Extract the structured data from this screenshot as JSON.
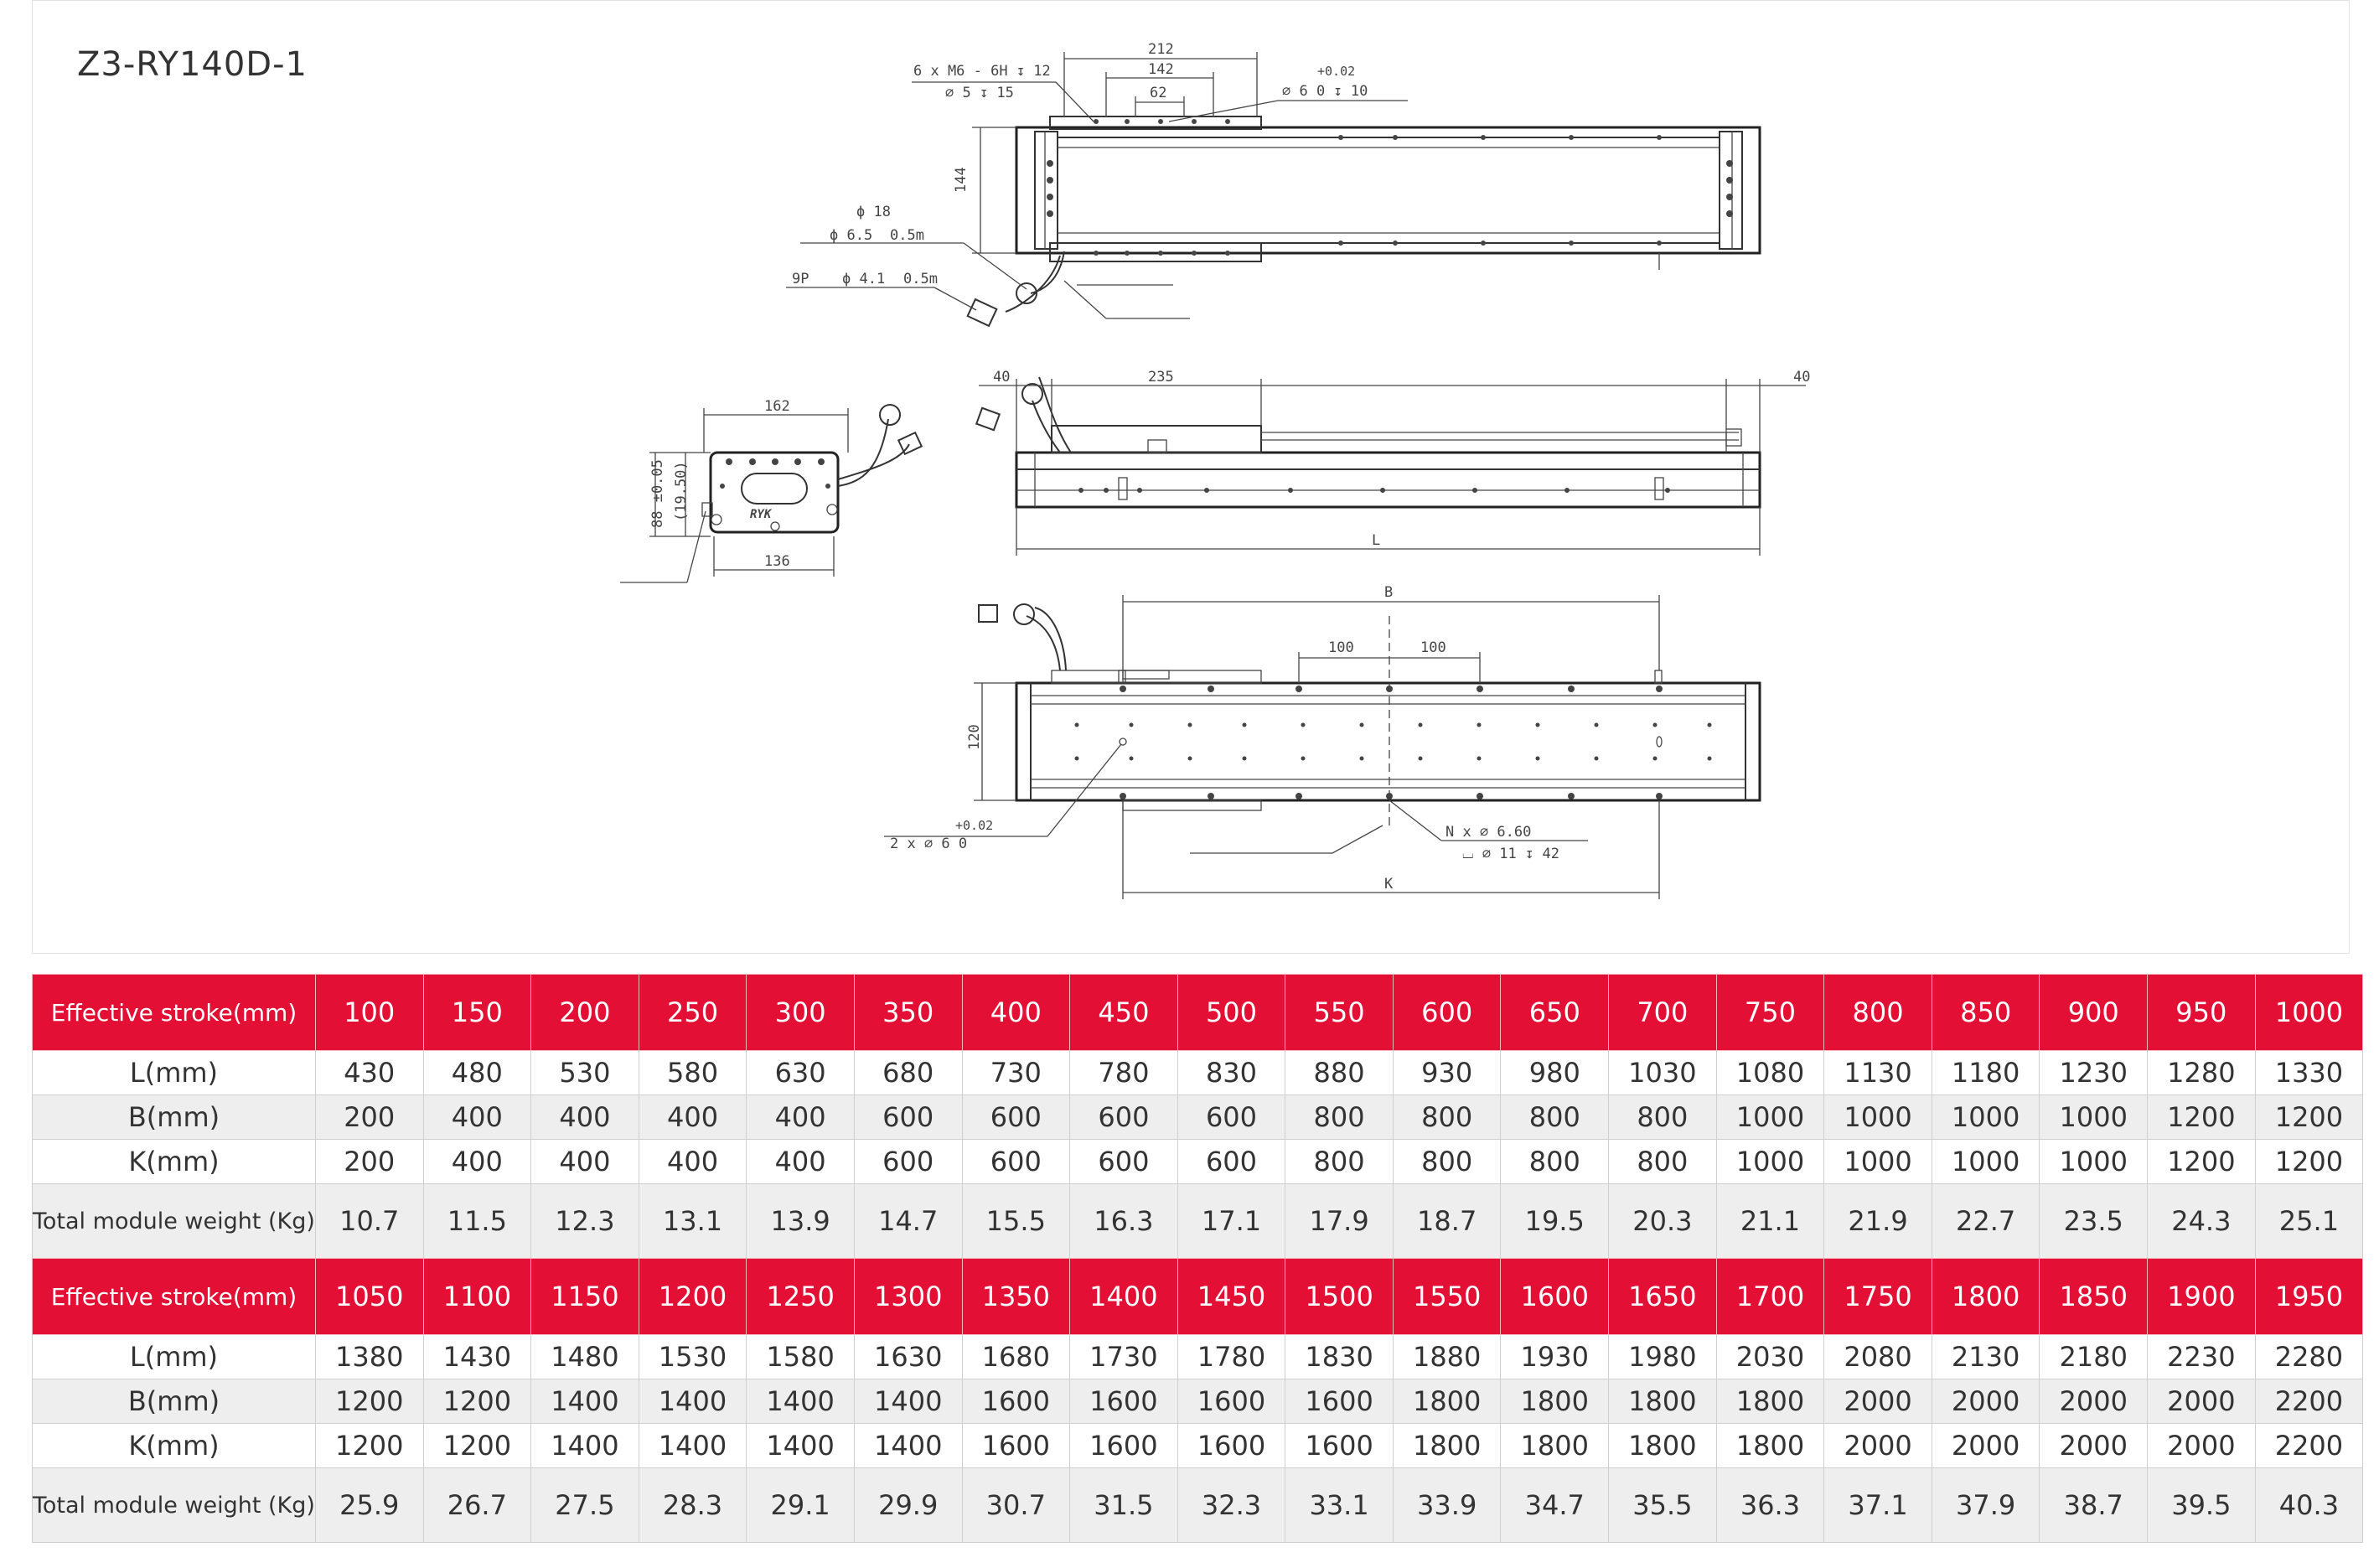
{
  "model_code": "Z3-RY140D-1",
  "drawing": {
    "top_view": {
      "thread_note": "6 x  M6 - 6H ↧ 12",
      "counterbore_note": "⌀ 5 ↧ 15",
      "dim_212": "212",
      "dim_142": "142",
      "dim_62": "62",
      "pin_tolerance": "+0.02",
      "pin_note": "⌀ 6  0    ↧ 10",
      "dim_144": "144",
      "cable_phi18": "ϕ 18",
      "cable_phi65": "ϕ 6.5",
      "cable_05m_a": "0.5m",
      "cable_9p": "9P",
      "cable_phi41": "ϕ 4.1",
      "cable_05m_b": "0.5m"
    },
    "end_view": {
      "dim_162": "162",
      "dim_88": "88 ±0.05",
      "dim_195": "(19.50)",
      "dim_136": "136",
      "logo": "RYK"
    },
    "side_view": {
      "dim_40_left": "40",
      "dim_235": "235",
      "dim_40_right": "40",
      "dim_L": "L"
    },
    "bottom_view": {
      "dim_B": "B",
      "dim_100_left": "100",
      "dim_100_right": "100",
      "dim_120": "120",
      "pin_tolerance": "+0.02",
      "pin_note": "2 x  ⌀ 6  0",
      "hole_note": "N x  ⌀ 6.60",
      "hole_cb_note": "⌴ ⌀ 11 ↧ 42",
      "dim_K": "K"
    }
  },
  "spec_tables": [
    {
      "header_label": "Effective stroke(mm)",
      "strokes": [
        "100",
        "150",
        "200",
        "250",
        "300",
        "350",
        "400",
        "450",
        "500",
        "550",
        "600",
        "650",
        "700",
        "750",
        "800",
        "850",
        "900",
        "950",
        "1000"
      ],
      "rows": [
        {
          "label": "L(mm)",
          "values": [
            "430",
            "480",
            "530",
            "580",
            "630",
            "680",
            "730",
            "780",
            "830",
            "880",
            "930",
            "980",
            "1030",
            "1080",
            "1130",
            "1180",
            "1230",
            "1280",
            "1330"
          ]
        },
        {
          "label": "B(mm)",
          "values": [
            "200",
            "400",
            "400",
            "400",
            "400",
            "600",
            "600",
            "600",
            "600",
            "800",
            "800",
            "800",
            "800",
            "1000",
            "1000",
            "1000",
            "1000",
            "1200",
            "1200"
          ]
        },
        {
          "label": "K(mm)",
          "values": [
            "200",
            "400",
            "400",
            "400",
            "400",
            "600",
            "600",
            "600",
            "600",
            "800",
            "800",
            "800",
            "800",
            "1000",
            "1000",
            "1000",
            "1000",
            "1200",
            "1200"
          ]
        },
        {
          "label": "Total module weight (Kg)",
          "values": [
            "10.7",
            "11.5",
            "12.3",
            "13.1",
            "13.9",
            "14.7",
            "15.5",
            "16.3",
            "17.1",
            "17.9",
            "18.7",
            "19.5",
            "20.3",
            "21.1",
            "21.9",
            "22.7",
            "23.5",
            "24.3",
            "25.1"
          ]
        }
      ]
    },
    {
      "header_label": "Effective stroke(mm)",
      "strokes": [
        "1050",
        "1100",
        "1150",
        "1200",
        "1250",
        "1300",
        "1350",
        "1400",
        "1450",
        "1500",
        "1550",
        "1600",
        "1650",
        "1700",
        "1750",
        "1800",
        "1850",
        "1900",
        "1950"
      ],
      "rows": [
        {
          "label": "L(mm)",
          "values": [
            "1380",
            "1430",
            "1480",
            "1530",
            "1580",
            "1630",
            "1680",
            "1730",
            "1780",
            "1830",
            "1880",
            "1930",
            "1980",
            "2030",
            "2080",
            "2130",
            "2180",
            "2230",
            "2280"
          ]
        },
        {
          "label": "B(mm)",
          "values": [
            "1200",
            "1200",
            "1400",
            "1400",
            "1400",
            "1400",
            "1600",
            "1600",
            "1600",
            "1600",
            "1800",
            "1800",
            "1800",
            "1800",
            "2000",
            "2000",
            "2000",
            "2000",
            "2200"
          ]
        },
        {
          "label": "K(mm)",
          "values": [
            "1200",
            "1200",
            "1400",
            "1400",
            "1400",
            "1400",
            "1600",
            "1600",
            "1600",
            "1600",
            "1800",
            "1800",
            "1800",
            "1800",
            "2000",
            "2000",
            "2000",
            "2000",
            "2200"
          ]
        },
        {
          "label": "Total module weight (Kg)",
          "values": [
            "25.9",
            "26.7",
            "27.5",
            "28.3",
            "29.1",
            "29.9",
            "30.7",
            "31.5",
            "32.3",
            "33.1",
            "33.9",
            "34.7",
            "35.5",
            "36.3",
            "37.1",
            "37.9",
            "38.7",
            "39.5",
            "40.3"
          ]
        }
      ]
    }
  ],
  "colors": {
    "header_red": "#e30f34",
    "header_text": "#ffffff",
    "row_alt": "#eeeeee",
    "grid": "#cfcfcf"
  }
}
